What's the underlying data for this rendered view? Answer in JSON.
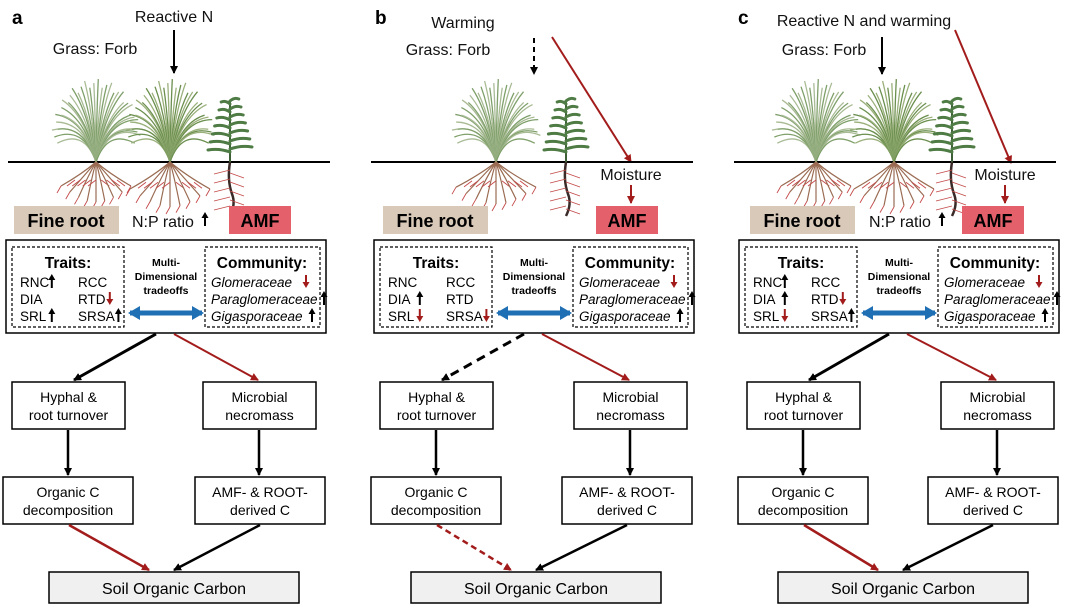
{
  "colors": {
    "black": "#000000",
    "red": "#a31c1c",
    "fine_root_bg": "#d9c9b8",
    "amf_bg": "#e4606b",
    "double_arrow": "#1f6fb5",
    "soc_bg": "#f0f0f0",
    "grass": "#7fa06a",
    "forb": "#4f7c45",
    "root_brown": "#9a6b52",
    "root_red": "#c44a4a"
  },
  "panels": [
    {
      "letter": "a",
      "driver": "Reactive N",
      "driver_arrow": "solid",
      "driver_to_amf": false,
      "grass_forb_label": "Grass: Forb",
      "grass_count": 2,
      "moisture_label": null,
      "np_ratio_label": "N:P ratio",
      "np_ratio_dir": "up",
      "fine_root_label": "Fine root",
      "amf_label": "AMF",
      "traits_title": "Traits:",
      "traits": [
        {
          "name": "RNC",
          "dir": "up"
        },
        {
          "name": "RCC",
          "dir": null
        },
        {
          "name": "DIA",
          "dir": null
        },
        {
          "name": "RTD",
          "dir": "down"
        },
        {
          "name": "SRL",
          "dir": "up"
        },
        {
          "name": "SRSA",
          "dir": "up"
        }
      ],
      "mdt_label": [
        "Multi-",
        "Dimensional",
        "tradeoffs"
      ],
      "community_title": "Community:",
      "community": [
        {
          "name": "Glomeraceae",
          "dir": "down"
        },
        {
          "name": "Paraglomeraceae",
          "dir": "up"
        },
        {
          "name": "Gigasporaceae",
          "dir": "up"
        }
      ],
      "left_branch": {
        "color": "black",
        "style": "solid"
      },
      "right_branch": {
        "color": "red",
        "style": "solid"
      },
      "hyphal_label": [
        "Hyphal &",
        "root turnover"
      ],
      "necromass_label": [
        "Microbial",
        "necromass"
      ],
      "decomp_label": [
        "Organic C",
        "decomposition"
      ],
      "derived_label": [
        "AMF- & ROOT-",
        "derived C"
      ],
      "decomp_to_soc": {
        "color": "red",
        "style": "solid"
      },
      "derived_to_soc": {
        "color": "black",
        "style": "solid"
      },
      "soc_label": "Soil Organic Carbon"
    },
    {
      "letter": "b",
      "driver": "Warming",
      "driver_arrow": "dashed",
      "driver_to_amf": true,
      "grass_forb_label": "Grass: Forb",
      "grass_count": 1,
      "moisture_label": "Moisture",
      "np_ratio_label": null,
      "np_ratio_dir": null,
      "fine_root_label": "Fine root",
      "amf_label": "AMF",
      "traits_title": "Traits:",
      "traits": [
        {
          "name": "RNC",
          "dir": null
        },
        {
          "name": "RCC",
          "dir": null
        },
        {
          "name": "DIA",
          "dir": "up"
        },
        {
          "name": "RTD",
          "dir": null
        },
        {
          "name": "SRL",
          "dir": "down"
        },
        {
          "name": "SRSA",
          "dir": "down"
        }
      ],
      "mdt_label": [
        "Multi-",
        "Dimensional",
        "tradeoffs"
      ],
      "community_title": "Community:",
      "community": [
        {
          "name": "Glomeraceae",
          "dir": "down"
        },
        {
          "name": "Paraglomeraceae",
          "dir": "up"
        },
        {
          "name": "Gigasporaceae",
          "dir": "up"
        }
      ],
      "left_branch": {
        "color": "black",
        "style": "dashed"
      },
      "right_branch": {
        "color": "red",
        "style": "solid"
      },
      "hyphal_label": [
        "Hyphal &",
        "root turnover"
      ],
      "necromass_label": [
        "Microbial",
        "necromass"
      ],
      "decomp_label": [
        "Organic C",
        "decomposition"
      ],
      "derived_label": [
        "AMF- & ROOT-",
        "derived C"
      ],
      "decomp_to_soc": {
        "color": "red",
        "style": "dashed"
      },
      "derived_to_soc": {
        "color": "black",
        "style": "solid"
      },
      "soc_label": "Soil Organic Carbon"
    },
    {
      "letter": "c",
      "driver": "Reactive N and warming",
      "driver_arrow": "solid",
      "driver_to_amf": true,
      "grass_forb_label": "Grass: Forb",
      "grass_count": 2,
      "moisture_label": "Moisture",
      "np_ratio_label": "N:P ratio",
      "np_ratio_dir": "up",
      "fine_root_label": "Fine root",
      "amf_label": "AMF",
      "traits_title": "Traits:",
      "traits": [
        {
          "name": "RNC",
          "dir": "up"
        },
        {
          "name": "RCC",
          "dir": null
        },
        {
          "name": "DIA",
          "dir": "up"
        },
        {
          "name": "RTD",
          "dir": "down"
        },
        {
          "name": "SRL",
          "dir": "down"
        },
        {
          "name": "SRSA",
          "dir": "up"
        }
      ],
      "mdt_label": [
        "Multi-",
        "Dimensional",
        "tradeoffs"
      ],
      "community_title": "Community:",
      "community": [
        {
          "name": "Glomeraceae",
          "dir": "down"
        },
        {
          "name": "Paraglomeraceae",
          "dir": "up"
        },
        {
          "name": "Gigasporaceae",
          "dir": "up"
        }
      ],
      "left_branch": {
        "color": "black",
        "style": "solid"
      },
      "right_branch": {
        "color": "red",
        "style": "solid"
      },
      "hyphal_label": [
        "Hyphal &",
        "root turnover"
      ],
      "necromass_label": [
        "Microbial",
        "necromass"
      ],
      "decomp_label": [
        "Organic C",
        "decomposition"
      ],
      "derived_label": [
        "AMF- & ROOT-",
        "derived C"
      ],
      "decomp_to_soc": {
        "color": "red",
        "style": "solid"
      },
      "derived_to_soc": {
        "color": "black",
        "style": "solid"
      },
      "soc_label": "Soil Organic Carbon"
    }
  ]
}
